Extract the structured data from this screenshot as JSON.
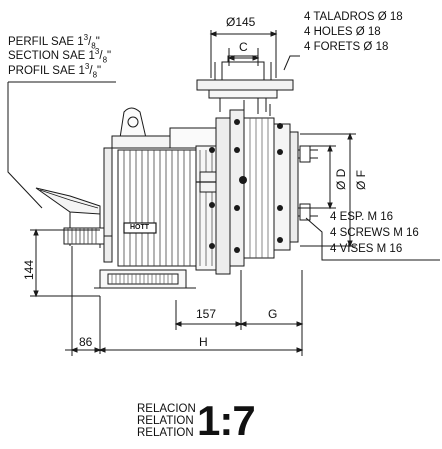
{
  "profile_labels": {
    "es": {
      "prefix": "PERFIL SAE 1",
      "sup": "3",
      "sep": "/",
      "sub": "8",
      "suffix": "\""
    },
    "en": {
      "prefix": "SECTION SAE 1",
      "sup": "3",
      "sep": "/",
      "sub": "8",
      "suffix": "\""
    },
    "fr": {
      "prefix": "PROFIL SAE 1",
      "sup": "3",
      "sep": "/",
      "sub": "8",
      "suffix": "\""
    }
  },
  "holes": {
    "es": "4 TALADROS Ø 18",
    "en": "4 HOLES Ø 18",
    "fr": "4 FORETS Ø 18"
  },
  "screws": {
    "es": "4 ESP. M 16",
    "en": "4 SCREWS M 16",
    "fr": "4 VISES M 16"
  },
  "dimensions": {
    "top_diameter": "Ø145",
    "c": "C",
    "d": "Ø D",
    "f": "Ø F",
    "h144": "144",
    "d157": "157",
    "g": "G",
    "d86": "86",
    "h": "H"
  },
  "nameplate": "HOTT",
  "relation": {
    "es": "RELACION",
    "en": "RELATION",
    "fr": "RELATION",
    "ratio": "1:7"
  }
}
